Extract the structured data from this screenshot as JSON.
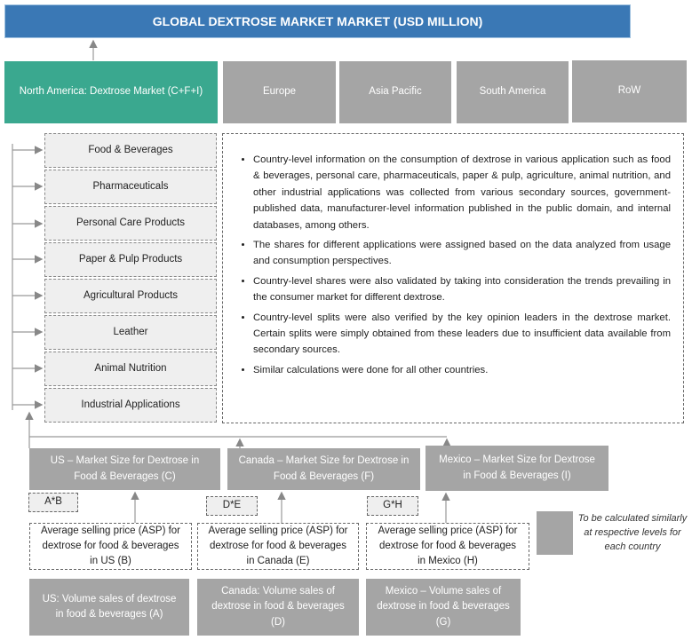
{
  "title": "GLOBAL DEXTROSE MARKET MARKET (USD MILLION)",
  "regions": [
    "North America: Dextrose Market (C+F+I)",
    "Europe",
    "Asia Pacific",
    "South America",
    "RoW"
  ],
  "applications": [
    "Food & Beverages",
    "Pharmaceuticals",
    "Personal Care Products",
    "Paper & Pulp Products",
    "Agricultural Products",
    "Leather",
    "Animal Nutrition",
    "Industrial Applications"
  ],
  "notes": [
    "Country-level information on the consumption of dextrose in various application such as food & beverages, personal care, pharmaceuticals, paper & pulp, agriculture, animal nutrition, and other industrial applications was collected from various secondary sources, government-published data, manufacturer-level information published in the public domain, and internal databases, among others.",
    "The shares for different applications were assigned based on the data analyzed from usage and consumption perspectives.",
    "Country-level shares were also validated by taking into consideration the trends prevailing in the consumer market for different dextrose.",
    "Country-level splits were also verified by the key opinion leaders in the dextrose market. Certain splits were simply obtained from these leaders due to insufficient data available from secondary sources.",
    "Similar calculations were done for all other countries."
  ],
  "countries": [
    {
      "market": "US – Market Size for Dextrose in Food & Beverages (C)",
      "formula": "A*B",
      "asp": "Average selling price (ASP) for dextrose for food & beverages in US (B)",
      "volume": "US: Volume sales of dextrose in food & beverages (A)"
    },
    {
      "market": "Canada – Market Size for Dextrose in Food & Beverages (F)",
      "formula": "D*E",
      "asp": "Average selling price (ASP) for dextrose for food & beverages in Canada (E)",
      "volume": "Canada: Volume sales of dextrose in food & beverages (D)"
    },
    {
      "market": "Mexico – Market Size for Dextrose in Food & Beverages (I)",
      "formula": "G*H",
      "asp": "Average selling price (ASP) for dextrose for food & beverages in Mexico (H)",
      "volume": "Mexico – Volume sales of dextrose in food & beverages (G)"
    }
  ],
  "legend": "To be calculated similarly at respective levels for each country",
  "colors": {
    "title": "#3a78b5",
    "highlight": "#3aa88f",
    "gray": "#a5a5a5"
  }
}
